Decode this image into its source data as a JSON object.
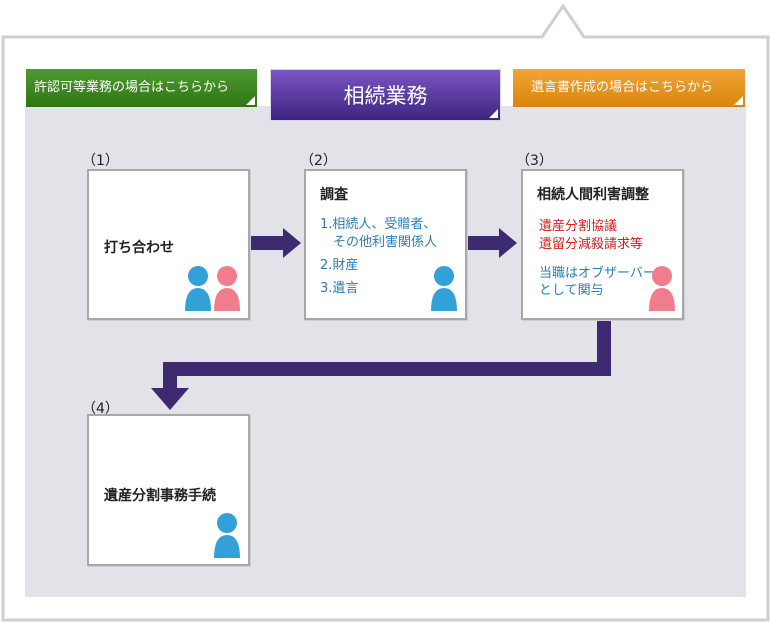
{
  "tabs": {
    "left": "許認可等業務の場合はこちらから",
    "center": "相続業務",
    "right": "遺言書作成の場合はこちらから"
  },
  "steps": [
    {
      "number": "（1）",
      "title": "打ち合わせ",
      "people": [
        "blue",
        "pink"
      ]
    },
    {
      "number": "（2）",
      "title": "調査",
      "items": [
        "1.相続人、受贈者、",
        "その他利害関係人",
        "2.財産",
        "3.遺言"
      ],
      "people": [
        "blue"
      ]
    },
    {
      "number": "（3）",
      "title": "相続人間利害調整",
      "red_lines": [
        "遺産分割協議",
        "遺留分減殺請求等"
      ],
      "blue_lines": [
        "当職はオブザーバー",
        "として関与"
      ],
      "people": [
        "pink"
      ]
    },
    {
      "number": "（4）",
      "title": "遺産分割事務手続",
      "people": [
        "blue"
      ]
    }
  ],
  "colors": {
    "flow_arrow": "#3d2a70",
    "person_blue": "#33a0d8",
    "person_pink": "#f07c8c",
    "frame": "#cfcfcf"
  }
}
